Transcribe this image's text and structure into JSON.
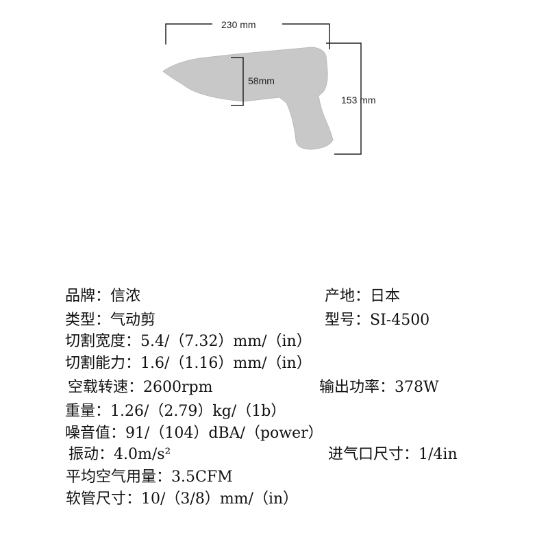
{
  "diagram": {
    "width_label": "230 mm",
    "thickness_label": "58mm",
    "height_label": "153 mm",
    "product_image": "air-shear-silhouette",
    "tool_color": "#c8c8c8",
    "line_color": "#222222"
  },
  "specs": {
    "brand": "品牌：信浓",
    "origin": "产地：日本",
    "type": "类型：气动剪",
    "model": "型号：SI-4500",
    "cut_width": "切割宽度：5.4/（7.32）mm/（in）",
    "cut_capacity": "切割能力：1.6/（1.16）mm/（in）",
    "free_speed": "空载转速：2600rpm",
    "output_power": "输出功率：378W",
    "weight": "重量：1.26/（2.79）kg/（1b）",
    "noise": "噪音值：91/（104）dBA/（power）",
    "vibration": "振动：4.0m/s²",
    "air_inlet": "进气口尺寸：1/4in",
    "air_consumption": "平均空气用量：3.5CFM",
    "hose_size": "软管尺寸：10/（3/8）mm/（in）"
  }
}
